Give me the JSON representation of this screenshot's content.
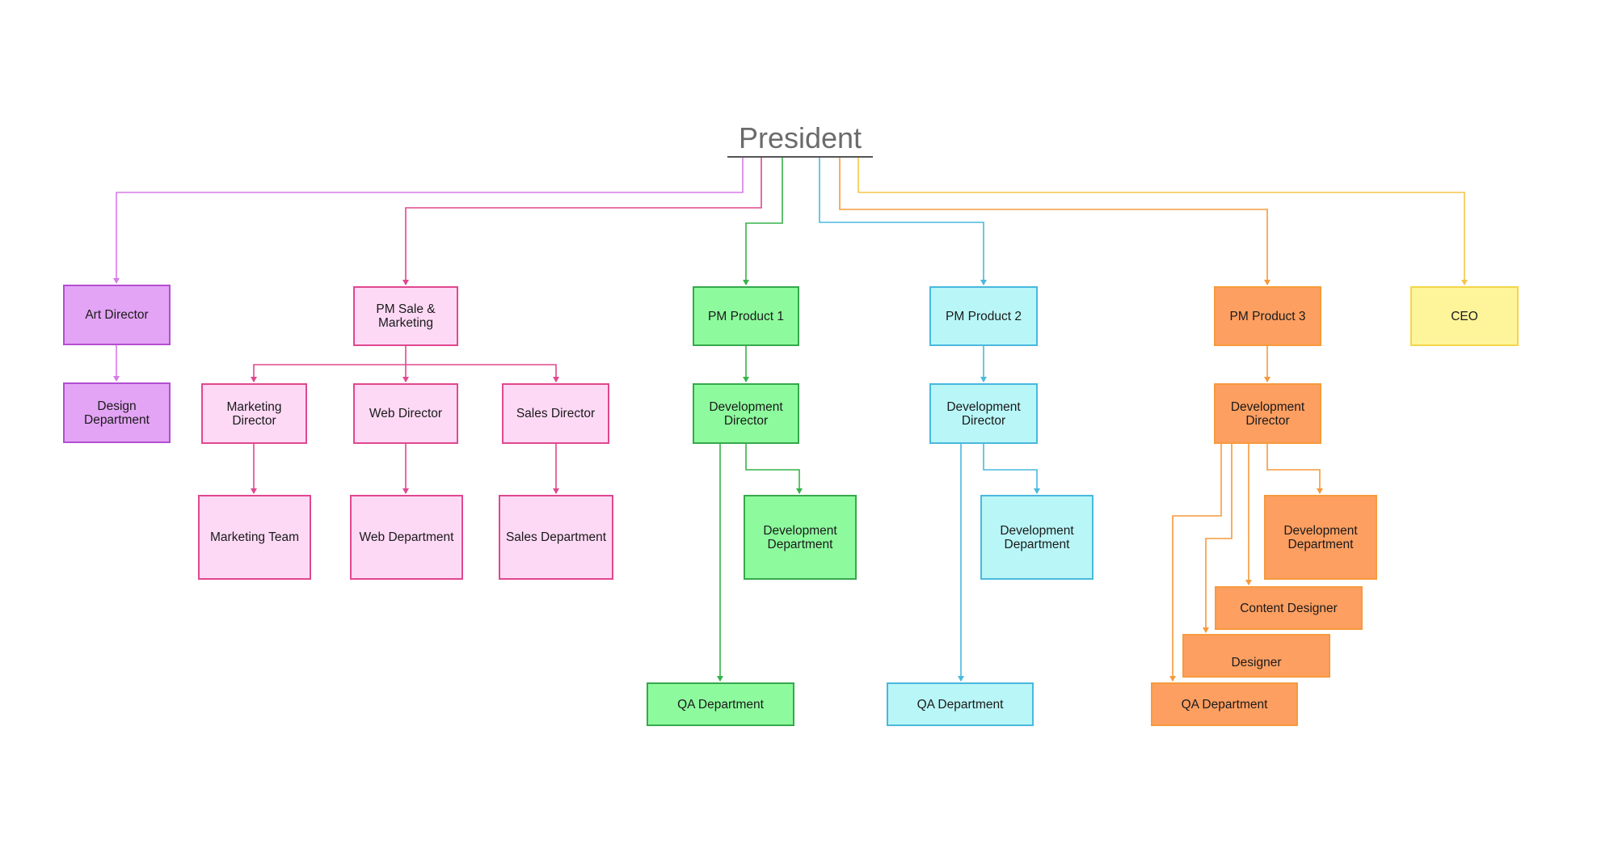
{
  "president": "President",
  "nodes": {
    "art_director": "Art Director",
    "design_department": "Design Department",
    "pm_sale_marketing": "PM Sale &\nMarketing",
    "marketing_director": "Marketing\nDirector",
    "web_director": "Web Director",
    "sales_director": "Sales Director",
    "marketing_team": "Marketing Team",
    "web_department": "Web Department",
    "sales_department": "Sales Department",
    "pm_product_1": "PM Product 1",
    "dev_director_1": "Development\nDirector",
    "dev_department_1": "Development\nDepartment",
    "qa_department_1": "QA Department",
    "pm_product_2": "PM Product 2",
    "dev_director_2": "Development\nDirector",
    "dev_department_2": "Development\nDepartment",
    "qa_department_2": "QA Department",
    "pm_product_3": "PM Product 3",
    "dev_director_3": "Development\nDirector",
    "dev_department_3": "Development\nDepartment",
    "content_designer": "Content Designer",
    "designer": "Designer",
    "qa_department_3": "QA Department",
    "ceo": "CEO"
  },
  "colors": {
    "purple": "#d77be8",
    "pink": "#e0488e",
    "green": "#36b34a",
    "cyan": "#4ab8dd",
    "orange": "#f69a3c",
    "yellow": "#f3c64b"
  }
}
